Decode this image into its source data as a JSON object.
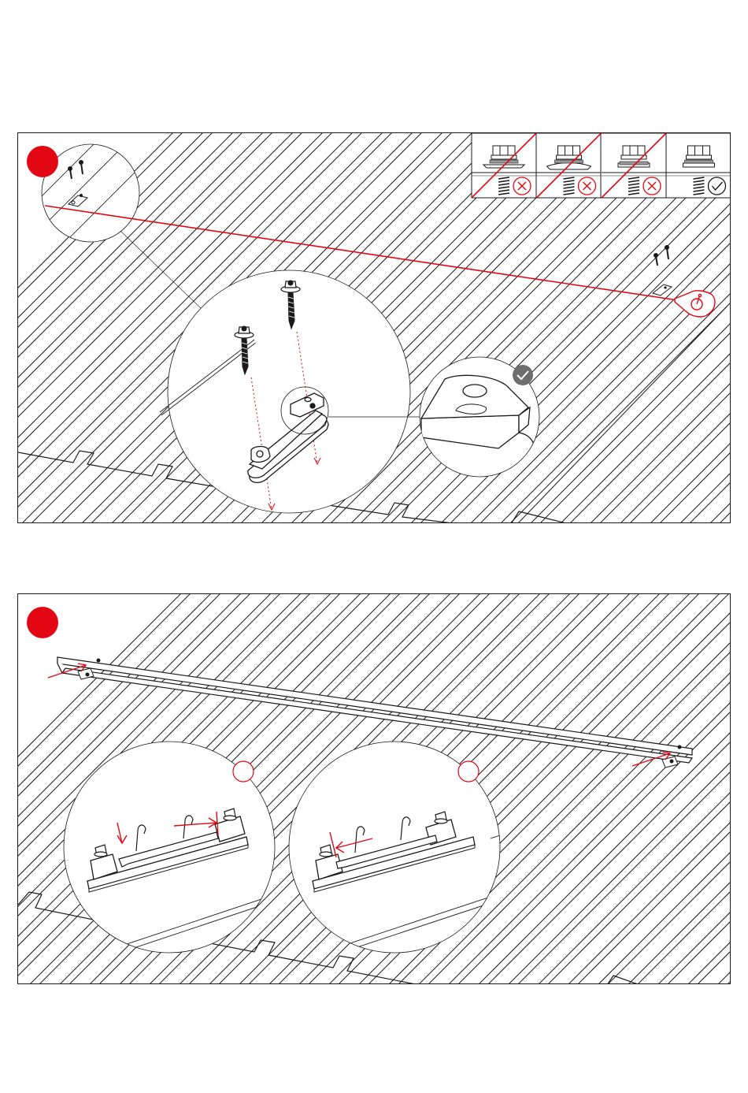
{
  "colors": {
    "accent": "#e30613",
    "line": "#1a1a1a",
    "ok_badge": "#6d6d6d"
  },
  "steps": [
    {
      "number": "",
      "tightness_guide": [
        {
          "state": "over-tightened",
          "result": "wrong",
          "icon": "x-circle-icon"
        },
        {
          "state": "over-tightened-deformed",
          "result": "wrong",
          "icon": "x-circle-icon"
        },
        {
          "state": "under-tightened",
          "result": "wrong",
          "icon": "x-circle-icon"
        },
        {
          "state": "correct",
          "result": "correct",
          "icon": "check-circle-icon"
        }
      ]
    },
    {
      "number": ""
    }
  ]
}
